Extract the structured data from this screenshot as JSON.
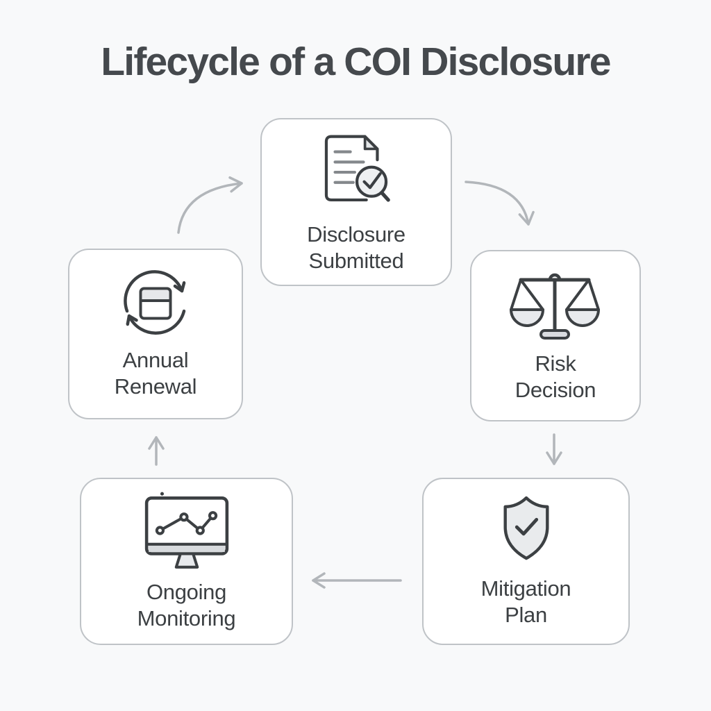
{
  "title": "Lifecycle of a COI Disclosure",
  "nodes": [
    {
      "id": "disclosure-submitted",
      "label": "Disclosure Submitted",
      "line1": "Disclosure",
      "line2": "Submitted",
      "icon": "document-check-icon"
    },
    {
      "id": "risk-decision",
      "label": "Risk Decision",
      "line1": "Risk",
      "line2": "Decision",
      "icon": "scales-icon"
    },
    {
      "id": "mitigation-plan",
      "label": "Mitigation Plan",
      "line1": "Mitigation",
      "line2": "Plan",
      "icon": "shield-check-icon"
    },
    {
      "id": "ongoing-monitoring",
      "label": "Ongoing Monitoring",
      "line1": "Ongoing",
      "line2": "Monitoring",
      "icon": "monitor-chart-icon"
    },
    {
      "id": "annual-renewal",
      "label": "Annual Renewal",
      "line1": "Annual",
      "line2": "Renewal",
      "icon": "refresh-calendar-icon"
    }
  ],
  "flow": [
    {
      "from": "Annual Renewal",
      "to": "Disclosure Submitted"
    },
    {
      "from": "Disclosure Submitted",
      "to": "Risk Decision"
    },
    {
      "from": "Risk Decision",
      "to": "Mitigation Plan"
    },
    {
      "from": "Mitigation Plan",
      "to": "Ongoing Monitoring"
    },
    {
      "from": "Ongoing Monitoring",
      "to": "Annual Renewal"
    }
  ],
  "colors": {
    "background": "#f8f9fa",
    "box_fill": "#ffffff",
    "box_border": "#bfc3c7",
    "icon_stroke": "#3c4043",
    "icon_fill_light": "#e8eaed",
    "icon_fill_mid": "#d7dadd",
    "doc_line": "#84888c",
    "arrow": "#b2b6ba",
    "title_text": "#45494d",
    "label_text": "#3c4043"
  }
}
